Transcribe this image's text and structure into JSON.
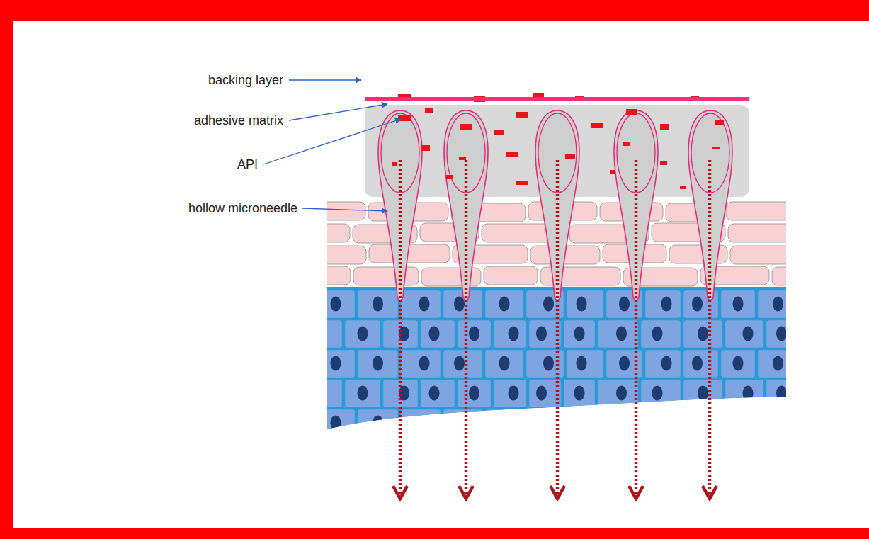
{
  "diagram": {
    "labels": [
      "backing layer",
      "adhesive matrix",
      "API",
      "hollow microneedle"
    ]
  }
}
